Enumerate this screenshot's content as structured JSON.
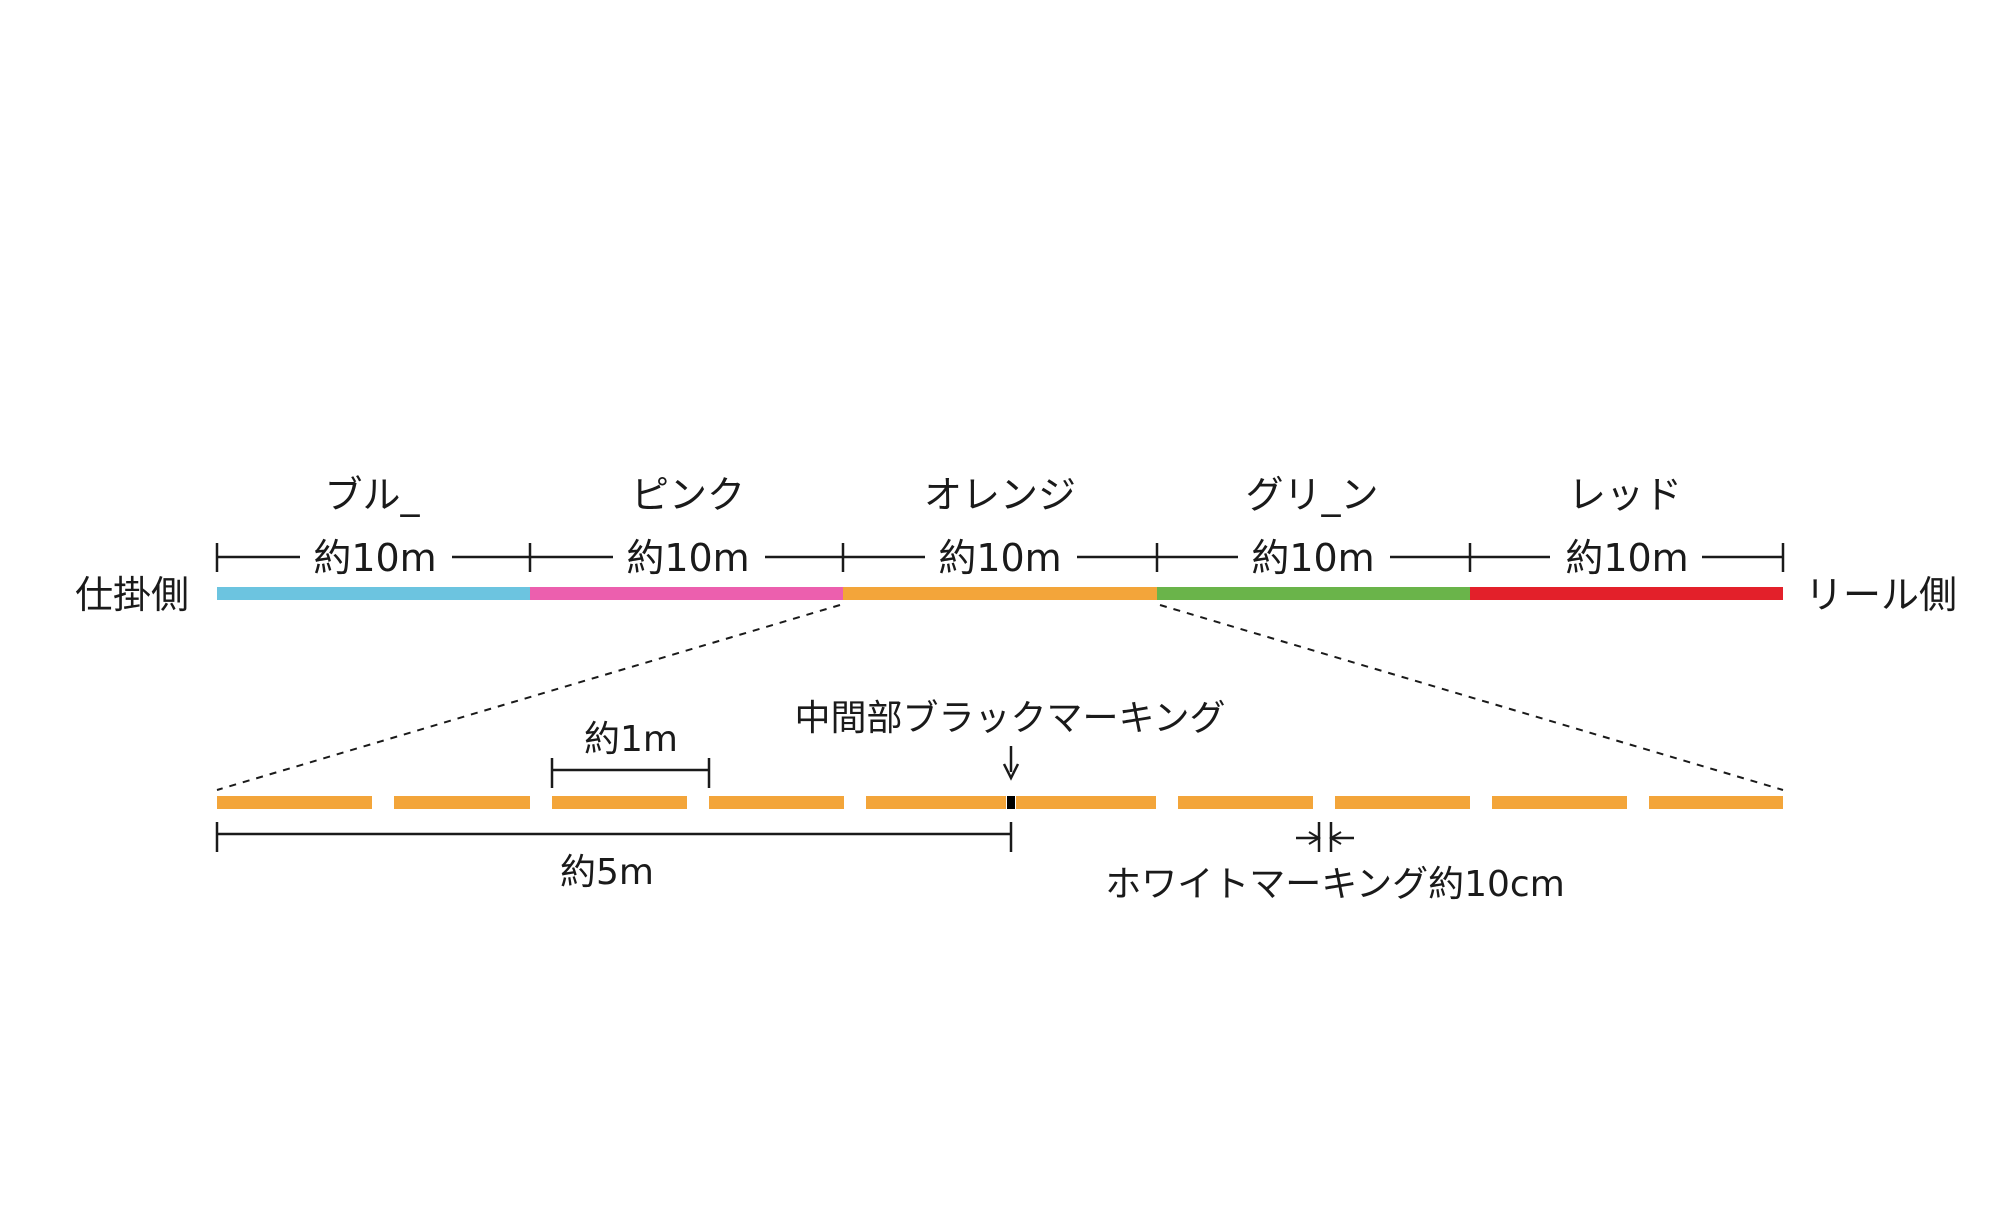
{
  "diagram": {
    "left_side_label": "仕掛側",
    "right_side_label": "リール側",
    "sections": [
      {
        "name": "ブル_",
        "length_label": "約10m",
        "color": "#6cc4e0"
      },
      {
        "name": "ピンク",
        "length_label": "約10m",
        "color": "#ec5fae"
      },
      {
        "name": "オレンジ",
        "length_label": "約10m",
        "color": "#f3a53a"
      },
      {
        "name": "グリ_ン",
        "length_label": "約10m",
        "color": "#6ab44a"
      },
      {
        "name": "レッド",
        "length_label": "約10m",
        "color": "#e3202a"
      }
    ],
    "detail": {
      "line_color": "#f3a53a",
      "black_marking_color": "#000000",
      "segment_count": 10,
      "black_marking_label": "中間部ブラックマーキング",
      "one_meter_label": "約1m",
      "five_meter_label": "約5m",
      "white_marking_label": "ホワイトマーキング約10cm"
    }
  }
}
